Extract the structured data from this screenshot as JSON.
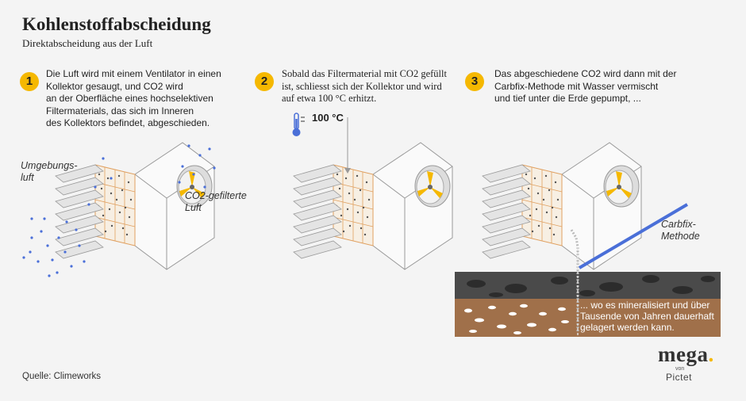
{
  "header": {
    "title": "Kohlenstoffabscheidung",
    "subtitle": "Direktabscheidung aus der Luft"
  },
  "steps": [
    {
      "number": "1",
      "lines": [
        "Die Luft wird mit einem Ventilator in einen",
        "Kollektor gesaugt, und CO2 wird",
        "an der Oberfläche eines hochselektiven",
        "Filtermaterials, das sich im Inneren",
        "des Kollektors befindet, abgeschieden."
      ]
    },
    {
      "number": "2",
      "lines": [
        "Sobald das Filtermaterial mit CO2 gefüllt",
        "ist, schliesst sich der Kollektor und wird",
        "auf etwa 100 °C erhitzt."
      ]
    },
    {
      "number": "3",
      "lines": [
        "Das abgeschiedene CO2 wird dann mit der",
        "Carbfix-Methode mit Wasser vermischt",
        "und tief unter die Erde gepumpt, ..."
      ]
    }
  ],
  "labels": {
    "ambient_air": [
      "Umgebungs-",
      "luft"
    ],
    "filtered_air": [
      "CO2-gefilterte",
      "Luft"
    ],
    "temperature": "100 °C",
    "carbfix": [
      "Carbfix-",
      "Methode"
    ],
    "underground": [
      "... wo es mineralisiert und über",
      "Tausende von Jahren dauerhaft",
      "gelagert werden kann."
    ]
  },
  "footer": {
    "source": "Quelle: Climeworks",
    "logo_main": "mega",
    "logo_dot": ".",
    "logo_von": "von",
    "logo_brand": "Pictet"
  },
  "colors": {
    "accent": "#f5b800",
    "filter_grid": "#e0a060",
    "co2_dots": "#4a6fd8",
    "pipe": "#4a6fd8",
    "rock_layer": "#4a4a4a",
    "soil_layer": "#a0704a"
  }
}
